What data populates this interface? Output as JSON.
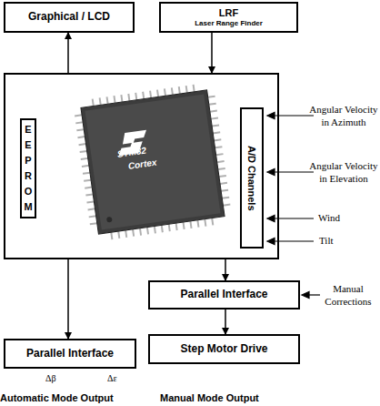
{
  "diagram": {
    "nodes": [
      {
        "text": [
          "Graphical / LCD"
        ]
      },
      {
        "text": [
          "LRF",
          "Laser Range Finder"
        ]
      },
      {
        "text": []
      },
      {
        "text": [
          "EEPROM"
        ],
        "in": 2
      },
      {
        "text": [
          "A/D Channels"
        ],
        "in": 2
      },
      {
        "text": [
          "Parallel Interface"
        ]
      },
      {
        "text": [
          "Parallel Interface"
        ]
      },
      {
        "text": [
          "Step Motor Drive"
        ]
      }
    ],
    "edges": [
      {
        "from": 2,
        "to": 0,
        "arrow": "to"
      },
      {
        "from": 1,
        "to": 2,
        "arrow": "to"
      },
      {
        "from": 2,
        "to": 5,
        "arrow": "to"
      },
      {
        "from": 5,
        "to": 7,
        "arrow": "to"
      },
      {
        "from": 2,
        "to": 6,
        "arrow": "to"
      }
    ],
    "labels": [
      "STM32",
      "Cortex",
      "Angular Velocity in Azimuth",
      "Angular Velocity in Elevation",
      "Wind",
      "Tilt",
      "Manual Corrections",
      "Δβ",
      "Δε",
      "Automatic Mode Output",
      "Manual Mode Output"
    ]
  }
}
